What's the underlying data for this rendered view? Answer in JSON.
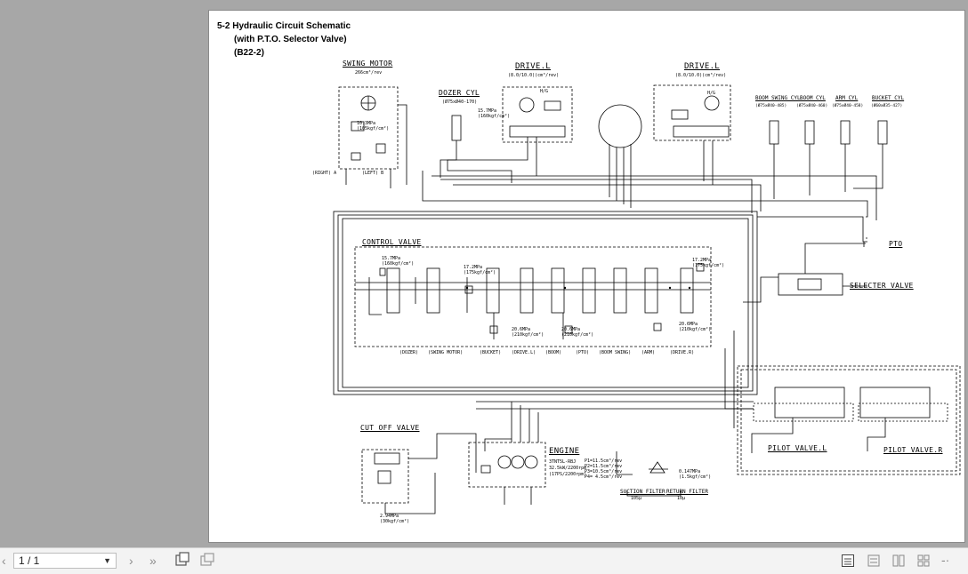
{
  "document": {
    "title_line1": "5-2 Hydraulic Circuit Schematic",
    "title_line2": "(with P.T.O. Selector Valve)",
    "title_line3": "(B22-2)",
    "labels": {
      "swing_motor": "SWING MOTOR",
      "swing_motor_spec": "266cm³/rev",
      "drive_l_left": "DRIVE.L",
      "drive_l_left_spec": "(8.0/10.0)(cm³/rev)",
      "drive_l_right": "DRIVE.L",
      "drive_l_right_spec": "(8.0/10.0)(cm³/rev)",
      "dozer_cyl": "DOZER CYL",
      "dozer_cyl_spec": "(Ø75xØ40-170)",
      "boom_swing_cyl": "BOOM SWING CYL",
      "boom_swing_cyl_spec": "(Ø75xØ40-485)",
      "boom_cyl": "BOOM CYL",
      "boom_cyl_spec": "(Ø75xØ40-460)",
      "arm_cyl": "ARM CYL",
      "arm_cyl_spec": "(Ø75xØ40-458)",
      "bucket_cyl": "BUCKET CYL",
      "bucket_cyl_spec": "(Ø60xØ35-427)",
      "right_a": "(RIGHT) A",
      "left_b": "(LEFT) B",
      "control_valve": "CONTROL VALVE",
      "pto": "PTO",
      "selecter_valve": "SELECTER VALVE",
      "cut_off_valve": "CUT OFF VALVE",
      "engine": "ENGINE",
      "engine_model": "3TNT5L-RBJ",
      "engine_power": "32.5kW/2200rpm",
      "engine_rating": "(17PS/2200rpm)",
      "pump_p1": "P1=11.5cm³/rev",
      "pump_p2": "P2=11.5cm³/rev",
      "pump_p3": "P3=10.5cm³/rev",
      "pump_p4": "P4= 4.5cm³/rev",
      "suction_filter": "SUCTION FILTER",
      "suction_filter_mesh": "105µ",
      "return_filter": "RETURN FILTER",
      "return_filter_mesh": "10µ",
      "return_relief": "0.147MPa",
      "return_relief_kgf": "(1.5kgf/cm²)",
      "cutoff_pressure": "2.94MPa",
      "cutoff_pressure_kgf": "(30kgf/cm²)",
      "pilot_valve_l": "PILOT VALVE.L",
      "pilot_valve_r": "PILOT VALVE.R",
      "relief_1": "15.7MPa",
      "relief_1_kgf": "(160kgf/cm²)",
      "relief_2": "17.2MPa",
      "relief_2_kgf": "(175kgf/cm²)",
      "relief_3": "17.2MPa",
      "relief_3_kgf": "(175kgf/cm²)",
      "relief_4": "20.6MPa",
      "relief_4_kgf": "(210kgf/cm²)",
      "relief_5": "20.6MPa",
      "relief_5_kgf": "(210kgf/cm²)",
      "relief_6": "20.6MPa",
      "relief_6_kgf": "(210kgf/cm²)",
      "drive_relief": "15.7MPa",
      "drive_relief_kgf": "(160kgf/cm²)",
      "swing_relief": "10.3MPa",
      "swing_relief_kgf": "(105kgf/cm²)",
      "sections": [
        "(DOZER)",
        "(SWING MOTOR)",
        "(BUCKET)",
        "(DRIVE.L)",
        "(BOOM)",
        "(PTO)",
        "(BOOM SWING)",
        "(ARM)",
        "(DRIVE.R)"
      ],
      "hi_lo": "H/G"
    }
  },
  "toolbar": {
    "prev_icon": "chevron-left-icon",
    "page_indicator": "1 / 1",
    "next_icon": "chevron-right-icon",
    "last_icon": "double-chevron-right-icon",
    "zoom_in_icon": "zoom-in-icon",
    "zoom_out_icon": "zoom-out-icon",
    "view_modes": [
      "single-page-icon",
      "continuous-icon",
      "two-page-icon",
      "two-page-continuous-icon"
    ]
  }
}
